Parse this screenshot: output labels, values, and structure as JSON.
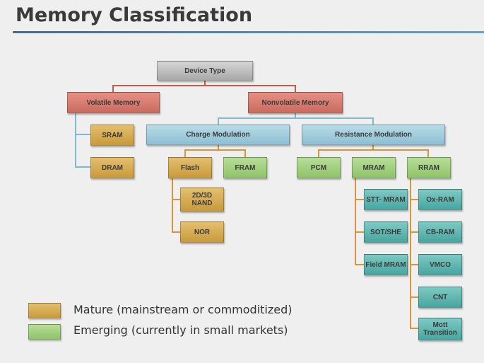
{
  "title": "Memory Classification",
  "nodes": {
    "device_type": "Device Type",
    "volatile": "Volatile Memory",
    "nonvolatile": "Nonvolatile Memory",
    "sram": "SRAM",
    "dram": "DRAM",
    "charge_mod": "Charge Modulation",
    "resistance_mod": "Resistance Modulation",
    "flash": "Flash",
    "fram": "FRAM",
    "nand": "2D/3D NAND",
    "nor": "NOR",
    "pcm": "PCM",
    "mram": "MRAM",
    "rram": "RRAM",
    "stt_mram": "STT- MRAM",
    "sot_she": "SOT/SHE",
    "field_mram": "Field MRAM",
    "ox_ram": "Ox-RAM",
    "cb_ram": "CB-RAM",
    "vmco": "VMCO",
    "cnt": "CNT",
    "mott": "Mott Transition"
  },
  "legend": {
    "mature": "Mature (mainstream or commoditized)",
    "emerging": "Emerging (currently in small markets)"
  },
  "colors": {
    "mature": "#d9ac52",
    "emerging": "#a3d07f",
    "volatile": "#d97a6e",
    "charge": "#a6cfdd",
    "subtype": "#5fb7b1",
    "connector_red": "#c65a4c",
    "connector_blue": "#7fb8cf",
    "connector_orange": "#d8963a"
  }
}
